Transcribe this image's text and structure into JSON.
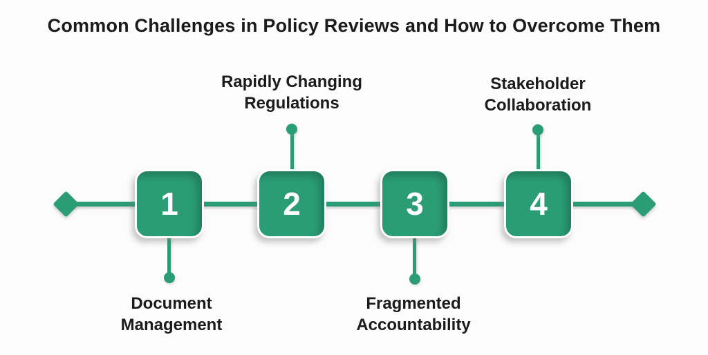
{
  "title": "Common Challenges in Policy Reviews and How to Overcome Them",
  "colors": {
    "accent_green": "#2a9d74",
    "text_dark": "#1b1b1b",
    "number_text": "#ffffff",
    "background": "#fcfcfc"
  },
  "timeline": {
    "axis": {
      "start_marker": "diamond",
      "end_marker": "diamond"
    },
    "steps": [
      {
        "number": "1",
        "label": "Document Management",
        "label_position": "below"
      },
      {
        "number": "2",
        "label": "Rapidly Changing Regulations",
        "label_position": "above"
      },
      {
        "number": "3",
        "label": "Fragmented Accountability",
        "label_position": "below"
      },
      {
        "number": "4",
        "label": "Stakeholder Collaboration",
        "label_position": "above"
      }
    ]
  }
}
